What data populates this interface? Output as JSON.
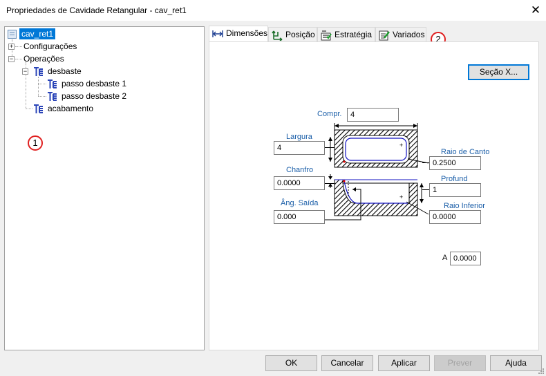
{
  "window": {
    "title": "Propriedades de Cavidade Retangular - cav_ret1",
    "close_glyph": "✕"
  },
  "tree": {
    "root": "cav_ret1",
    "configuracoes": "Configurações",
    "operacoes": "Operações",
    "desbaste": "desbaste",
    "passo1": "passo desbaste 1",
    "passo2": "passo desbaste 2",
    "acabamento": "acabamento"
  },
  "badges": {
    "one": "1",
    "two": "2"
  },
  "tabs": [
    {
      "label": "Dimensões",
      "icon": "dimensions-icon"
    },
    {
      "label": "Posição",
      "icon": "position-icon"
    },
    {
      "label": "Estratégia",
      "icon": "strategy-icon"
    },
    {
      "label": "Variados",
      "icon": "misc-icon"
    }
  ],
  "section_button": "Seção X...",
  "fields": {
    "compr": {
      "label": "Compr.",
      "value": "4"
    },
    "largura": {
      "label": "Largura",
      "value": "4"
    },
    "raio_canto": {
      "label": "Raio de Canto",
      "value": "0.2500"
    },
    "chanfro": {
      "label": "Chanfro",
      "value": "0.0000"
    },
    "profund": {
      "label": "Profund",
      "value": "1"
    },
    "ang_saida": {
      "label": "Âng. Saída",
      "value": "0.000"
    },
    "raio_inferior": {
      "label": "Raio Inferior",
      "value": "0.0000"
    },
    "a": {
      "label": "A",
      "value": "0.0000"
    }
  },
  "buttons": {
    "ok": "OK",
    "cancel": "Cancelar",
    "apply": "Aplicar",
    "preview": "Prever",
    "help": "Ajuda"
  },
  "colors": {
    "accent": "#0078d7",
    "label_blue": "#1a5ea8",
    "badge_red": "#e02020",
    "toolpath_blue": "#1010c0"
  }
}
